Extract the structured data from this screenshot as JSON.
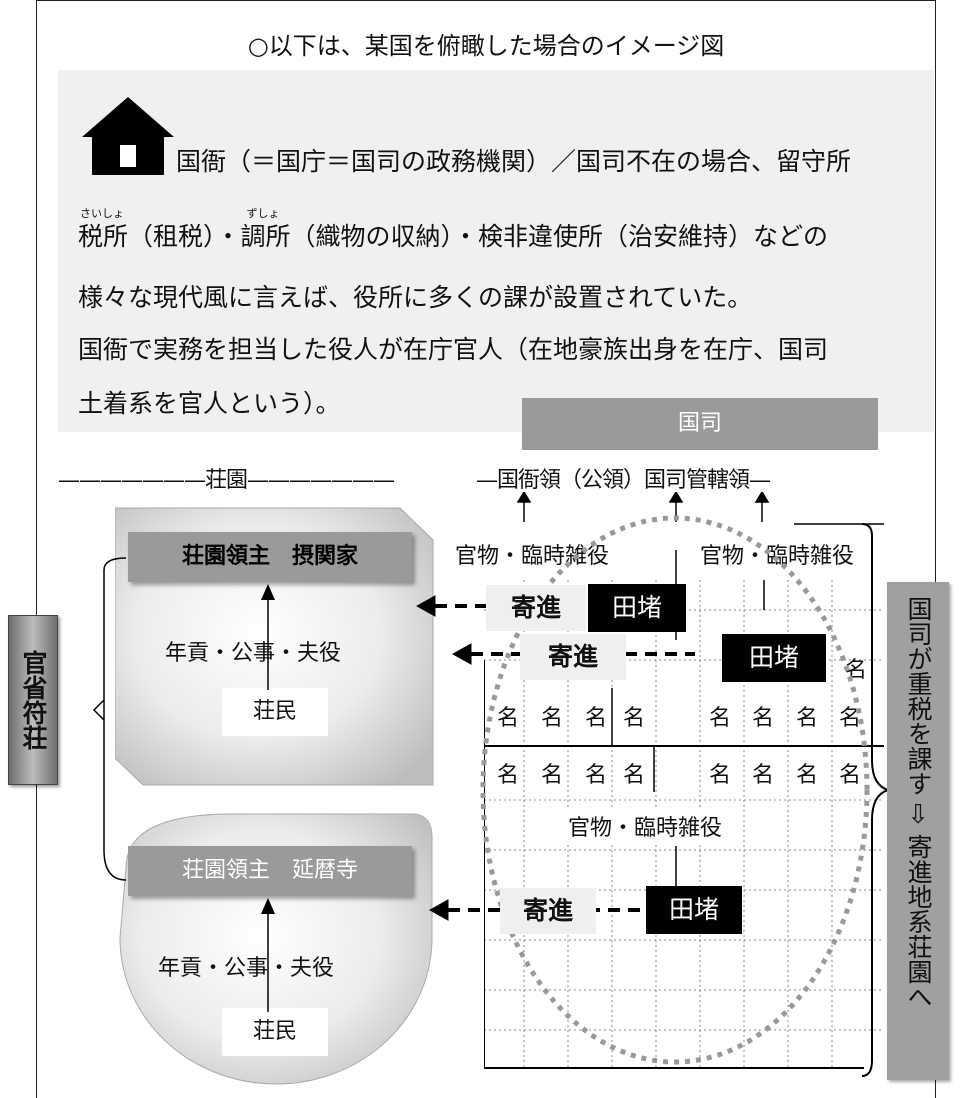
{
  "title": "○以下は、某国を俯瞰した場合のイメージ図",
  "kokuga": {
    "line1": "国衙（＝国庁＝国司の政務機関）／国司不在の場合、留守所",
    "line2_rest": "（租税）・",
    "saisho": "税所",
    "saisho_ruby": "さいしょ",
    "chousho": "調所",
    "chousho_ruby": "ずしょ",
    "line2_end": "（織物の収納）・検非違使所（治安維持）などの",
    "line3": "様々な現代風に言えば、役所に多くの課が設置されていた。",
    "line4": "国衙で実務を担当した役人が在庁官人（在地豪族出身を在庁、国司",
    "line5": "土着系を官人という）。"
  },
  "kokushi_label": "国司",
  "shoen_header": "———————荘園———————",
  "kokugaryo_header": "—国衙領（公領）国司管轄領—",
  "shoen1": {
    "lord": "荘園領主　摂関家",
    "tribute": "年貢・公事・夫役",
    "people": "荘民"
  },
  "shoen2": {
    "lord": "荘園領主　延暦寺",
    "tribute": "年貢・公事・夫役",
    "people": "荘民"
  },
  "kanshofu": "官省符荘",
  "kanmotsu": [
    "官物・臨時雑役",
    "官物・臨時雑役",
    "官物・臨時雑役"
  ],
  "kishin": [
    "寄進",
    "寄進",
    "寄進"
  ],
  "tato": [
    "田堵",
    "田堵",
    "田堵"
  ],
  "myo": "名",
  "right_note_top": "国司が重税を課す",
  "right_note_arrow": "⇩",
  "right_note_bottom": "寄進地系荘園へ"
}
